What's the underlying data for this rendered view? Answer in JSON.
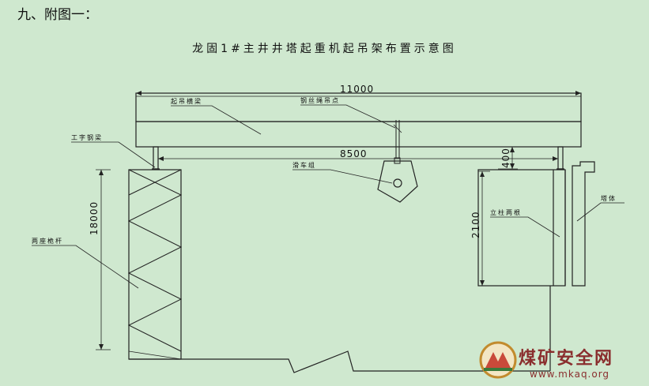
{
  "page": {
    "heading": "九、附图一：",
    "title": "龙固1#主井井塔起重机起吊架布置示意图"
  },
  "labels": {
    "beam": "起吊横梁",
    "rope_point": "钢丝绳吊点",
    "i_beam": "工字钢梁",
    "pulley": "滑车组",
    "mast": "两座桅杆",
    "column": "立柱两根",
    "tower": "塔体"
  },
  "dimensions": {
    "span_total": "11000",
    "span_inner": "8500",
    "offset": "400",
    "mast_height": "18000",
    "column_height": "2100"
  },
  "watermark": {
    "name": "煤矿安全网",
    "url": "www.mkaq.org"
  },
  "colors": {
    "background": "#cfe8cf",
    "line": "#222222",
    "watermark": "#8a2e2e"
  }
}
